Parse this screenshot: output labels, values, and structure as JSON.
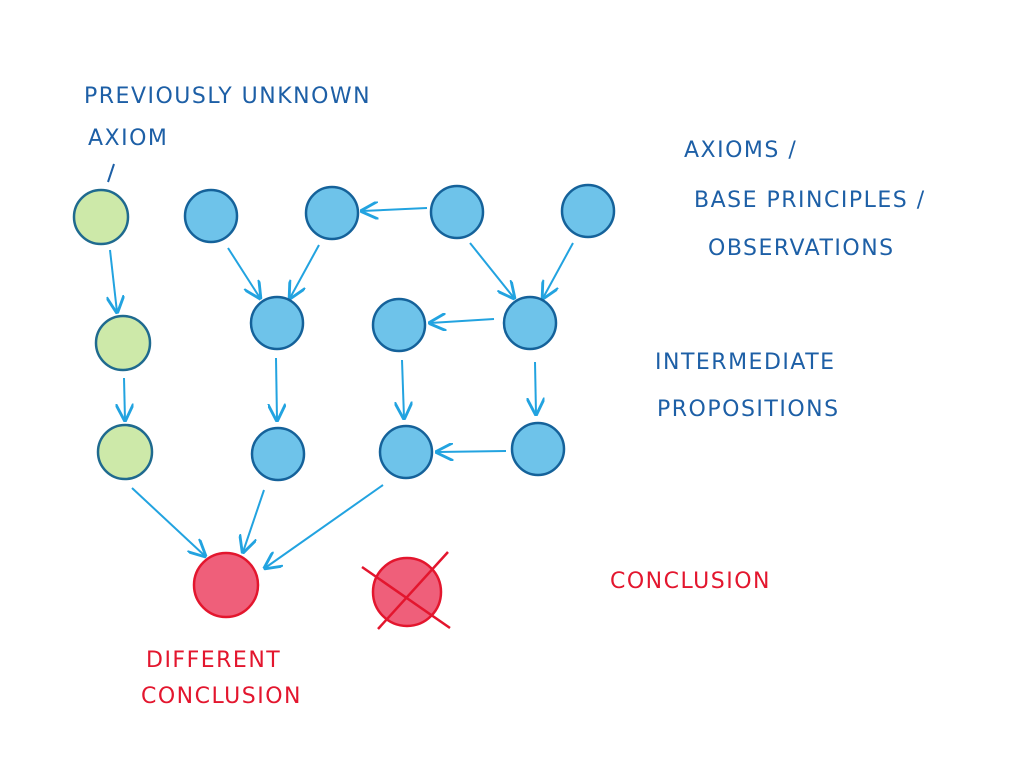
{
  "labels": {
    "previously_unknown_line1": "Previously unknown",
    "previously_unknown_line2": "Axiom",
    "axioms_line1": "Axioms /",
    "axioms_line2": "Base principles /",
    "axioms_line3": "Observations",
    "intermediate_line1": "Intermediate",
    "intermediate_line2": "propositions",
    "conclusion": "Conclusion",
    "different_line1": "Different",
    "different_line2": "Conclusion"
  },
  "colors": {
    "axiom_node": "#6ec3ea",
    "new_axiom_node": "#cde9a9",
    "conclusion_node": "#ef5f7a",
    "arrow": "#22a3e0",
    "blue_text": "#1d5fa6",
    "red_text": "#e3162e"
  }
}
